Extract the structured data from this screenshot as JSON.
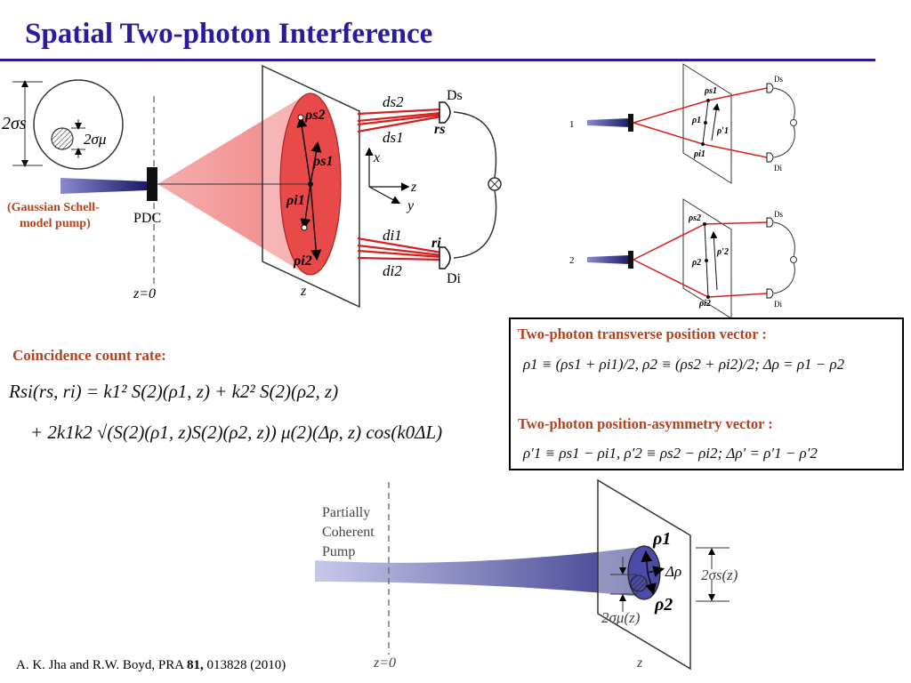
{
  "title": "Spatial Two-photon Interference",
  "top_diagram": {
    "labels": {
      "sigma_s": "2σs",
      "sigma_mu": "2σμ",
      "pdc": "PDC",
      "z0": "z=0",
      "z": "z",
      "ds2": "ds2",
      "ds1": "ds1",
      "di1": "di1",
      "di2": "di2",
      "rs": "rs",
      "ri": "ri",
      "Ds": "Ds",
      "Di": "Di",
      "x": "x",
      "zaxis": "z",
      "y": "y",
      "rho_s2": "ρs2",
      "rho_s1": "ρs1",
      "rho_i1": "ρi1",
      "rho_i2": "ρi2"
    },
    "gaussian_line1": "(Gaussian Schell-",
    "gaussian_line2": "model pump)"
  },
  "small_diagrams": [
    {
      "index": "1",
      "rho_a": "ρs1",
      "rho_b": "ρi1",
      "center": "ρ1",
      "prime": "ρ′1",
      "Ds": "Ds",
      "Di": "Di"
    },
    {
      "index": "2",
      "rho_a": "ρs2",
      "rho_b": "ρi2",
      "center": "ρ2",
      "prime": "ρ′2",
      "Ds": "Ds",
      "Di": "Di"
    }
  ],
  "coincidence_label": "Coincidence count rate:",
  "equation": {
    "line1": "Rsi(rs, ri) = k1² S(2)(ρ1, z) + k2² S(2)(ρ2, z)",
    "line2": "+ 2k1k2 √(S(2)(ρ1, z)S(2)(ρ2, z)) μ(2)(Δρ, z) cos(k0ΔL)"
  },
  "box": {
    "transverse_label": "Two-photon transverse position vector :",
    "transverse_eq": "ρ1 ≡ (ρs1 + ρi1)/2,  ρ2 ≡ (ρs2 + ρi2)/2;  Δρ = ρ1 − ρ2",
    "asymmetry_label": "Two-photon position-asymmetry vector :",
    "asymmetry_eq": "ρ′1 ≡ ρs1 − ρi1,  ρ′2 ≡ ρs2 − ρi2;  Δρ′ = ρ′1 − ρ′2"
  },
  "bottom_diagram": {
    "pump_line1": "Partially",
    "pump_line2": "Coherent",
    "pump_line3": "Pump",
    "rho1": "ρ1",
    "rho2": "ρ2",
    "delta_rho": "Δρ",
    "sigma_s_z": "2σs(z)",
    "sigma_mu_z": "2σμ(z)",
    "z0": "z=0",
    "z": "z"
  },
  "citation": {
    "prefix": "A. K. Jha and R.W. Boyd,  PRA ",
    "volume": "81,",
    "rest": " 013828 (2010)"
  },
  "colors": {
    "title": "#2a1a9c",
    "accent_red": "#b5421e",
    "beam_blue": "#3a3a8c",
    "cone_red": "#e84a4a",
    "ray_red": "#d42020"
  }
}
